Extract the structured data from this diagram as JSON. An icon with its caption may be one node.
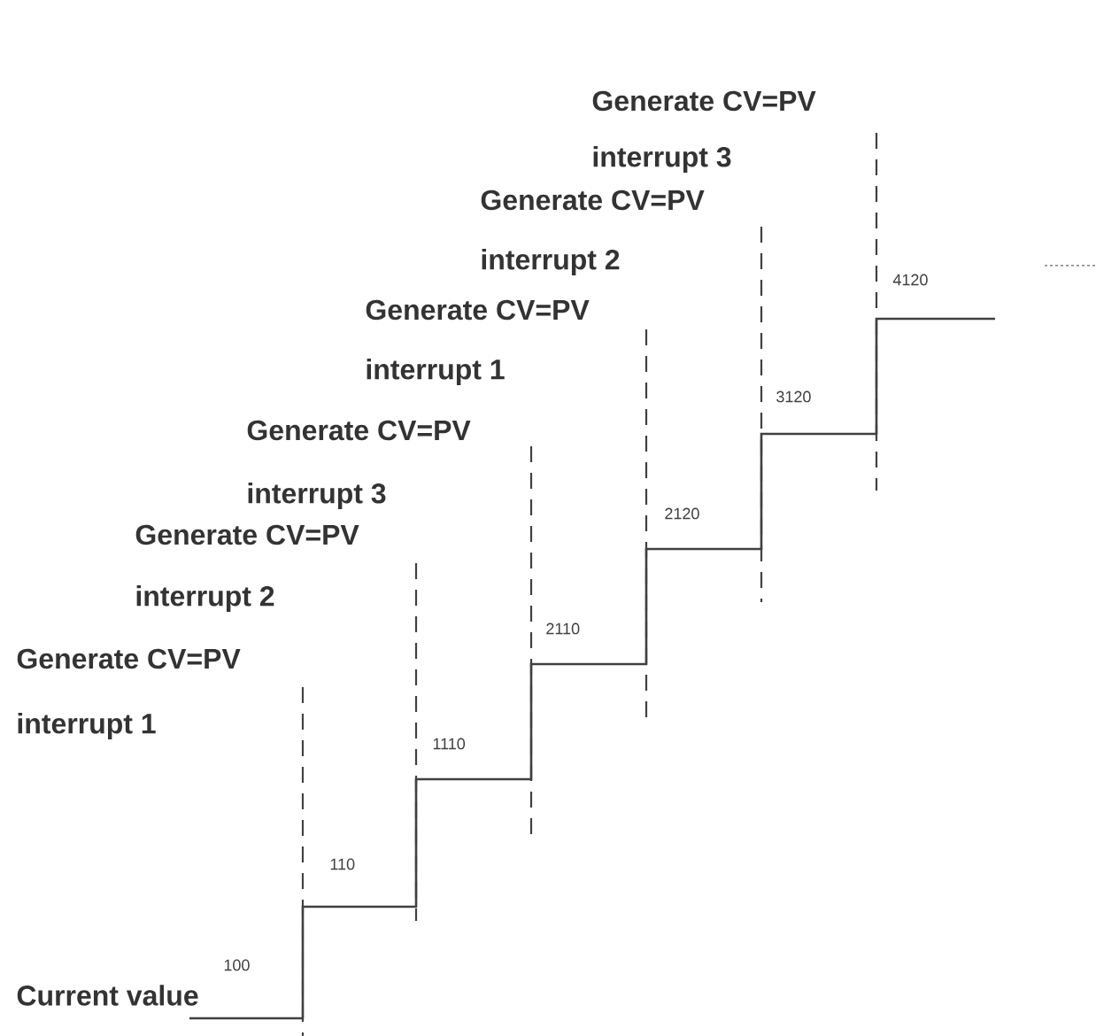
{
  "diagram": {
    "labels": [
      "Generate CV=PV",
      "interrupt 3",
      "Generate CV=PV",
      "interrupt 2",
      "4120",
      "Generate CV=PV",
      "interrupt 1",
      "3120",
      "Generate CV=PV",
      "interrupt 3",
      "2120",
      "Generate CV=PV",
      "interrupt 2",
      "2110",
      "Generate CV=PV",
      "interrupt 1",
      "1110",
      "110",
      "100",
      "Current value"
    ]
  }
}
